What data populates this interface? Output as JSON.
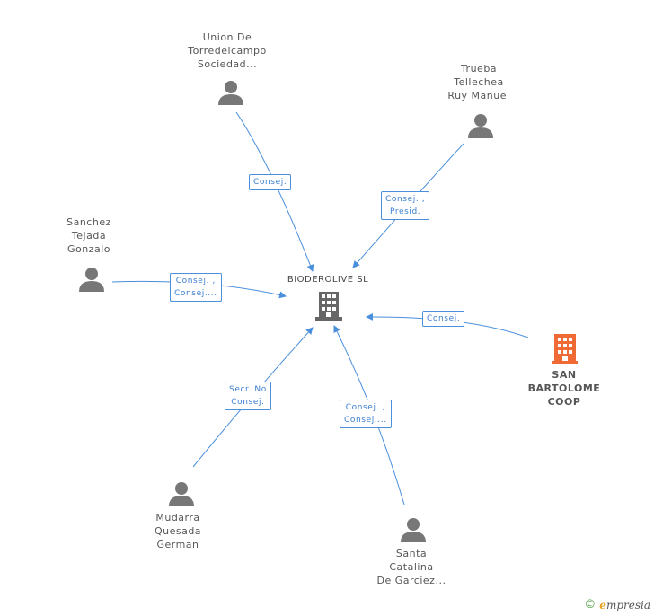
{
  "center": {
    "name": "BIODEROLIVE SL"
  },
  "persons": [
    {
      "id": "union",
      "lines": [
        "Union De",
        "Torredelcampo",
        "Sociedad..."
      ],
      "role": [
        "Consej."
      ]
    },
    {
      "id": "trueba",
      "lines": [
        "Trueba",
        "Tellechea",
        "Ruy Manuel"
      ],
      "role": [
        "Consej. ,",
        "Presid."
      ]
    },
    {
      "id": "sanchez",
      "lines": [
        "Sanchez",
        "Tejada",
        "Gonzalo"
      ],
      "role": [
        "Consej. ,",
        "Consej...."
      ]
    },
    {
      "id": "mudarra",
      "lines": [
        "Mudarra",
        "Quesada",
        "German"
      ],
      "role": [
        "Secr. No",
        "Consej."
      ]
    },
    {
      "id": "santa",
      "lines": [
        "Santa",
        "Catalina",
        "De Garciez..."
      ],
      "role": [
        "Consej. ,",
        "Consej...."
      ]
    }
  ],
  "company": {
    "lines": [
      "SAN",
      "BARTOLOME",
      "COOP"
    ],
    "role": [
      "Consej."
    ],
    "color": "#f06a35"
  },
  "colors": {
    "edge": "#4a8fdc",
    "person": "#777777",
    "building": "#666666"
  },
  "footer": {
    "copyright": "©",
    "brand_initial": "e",
    "brand_rest": "mpresia"
  }
}
